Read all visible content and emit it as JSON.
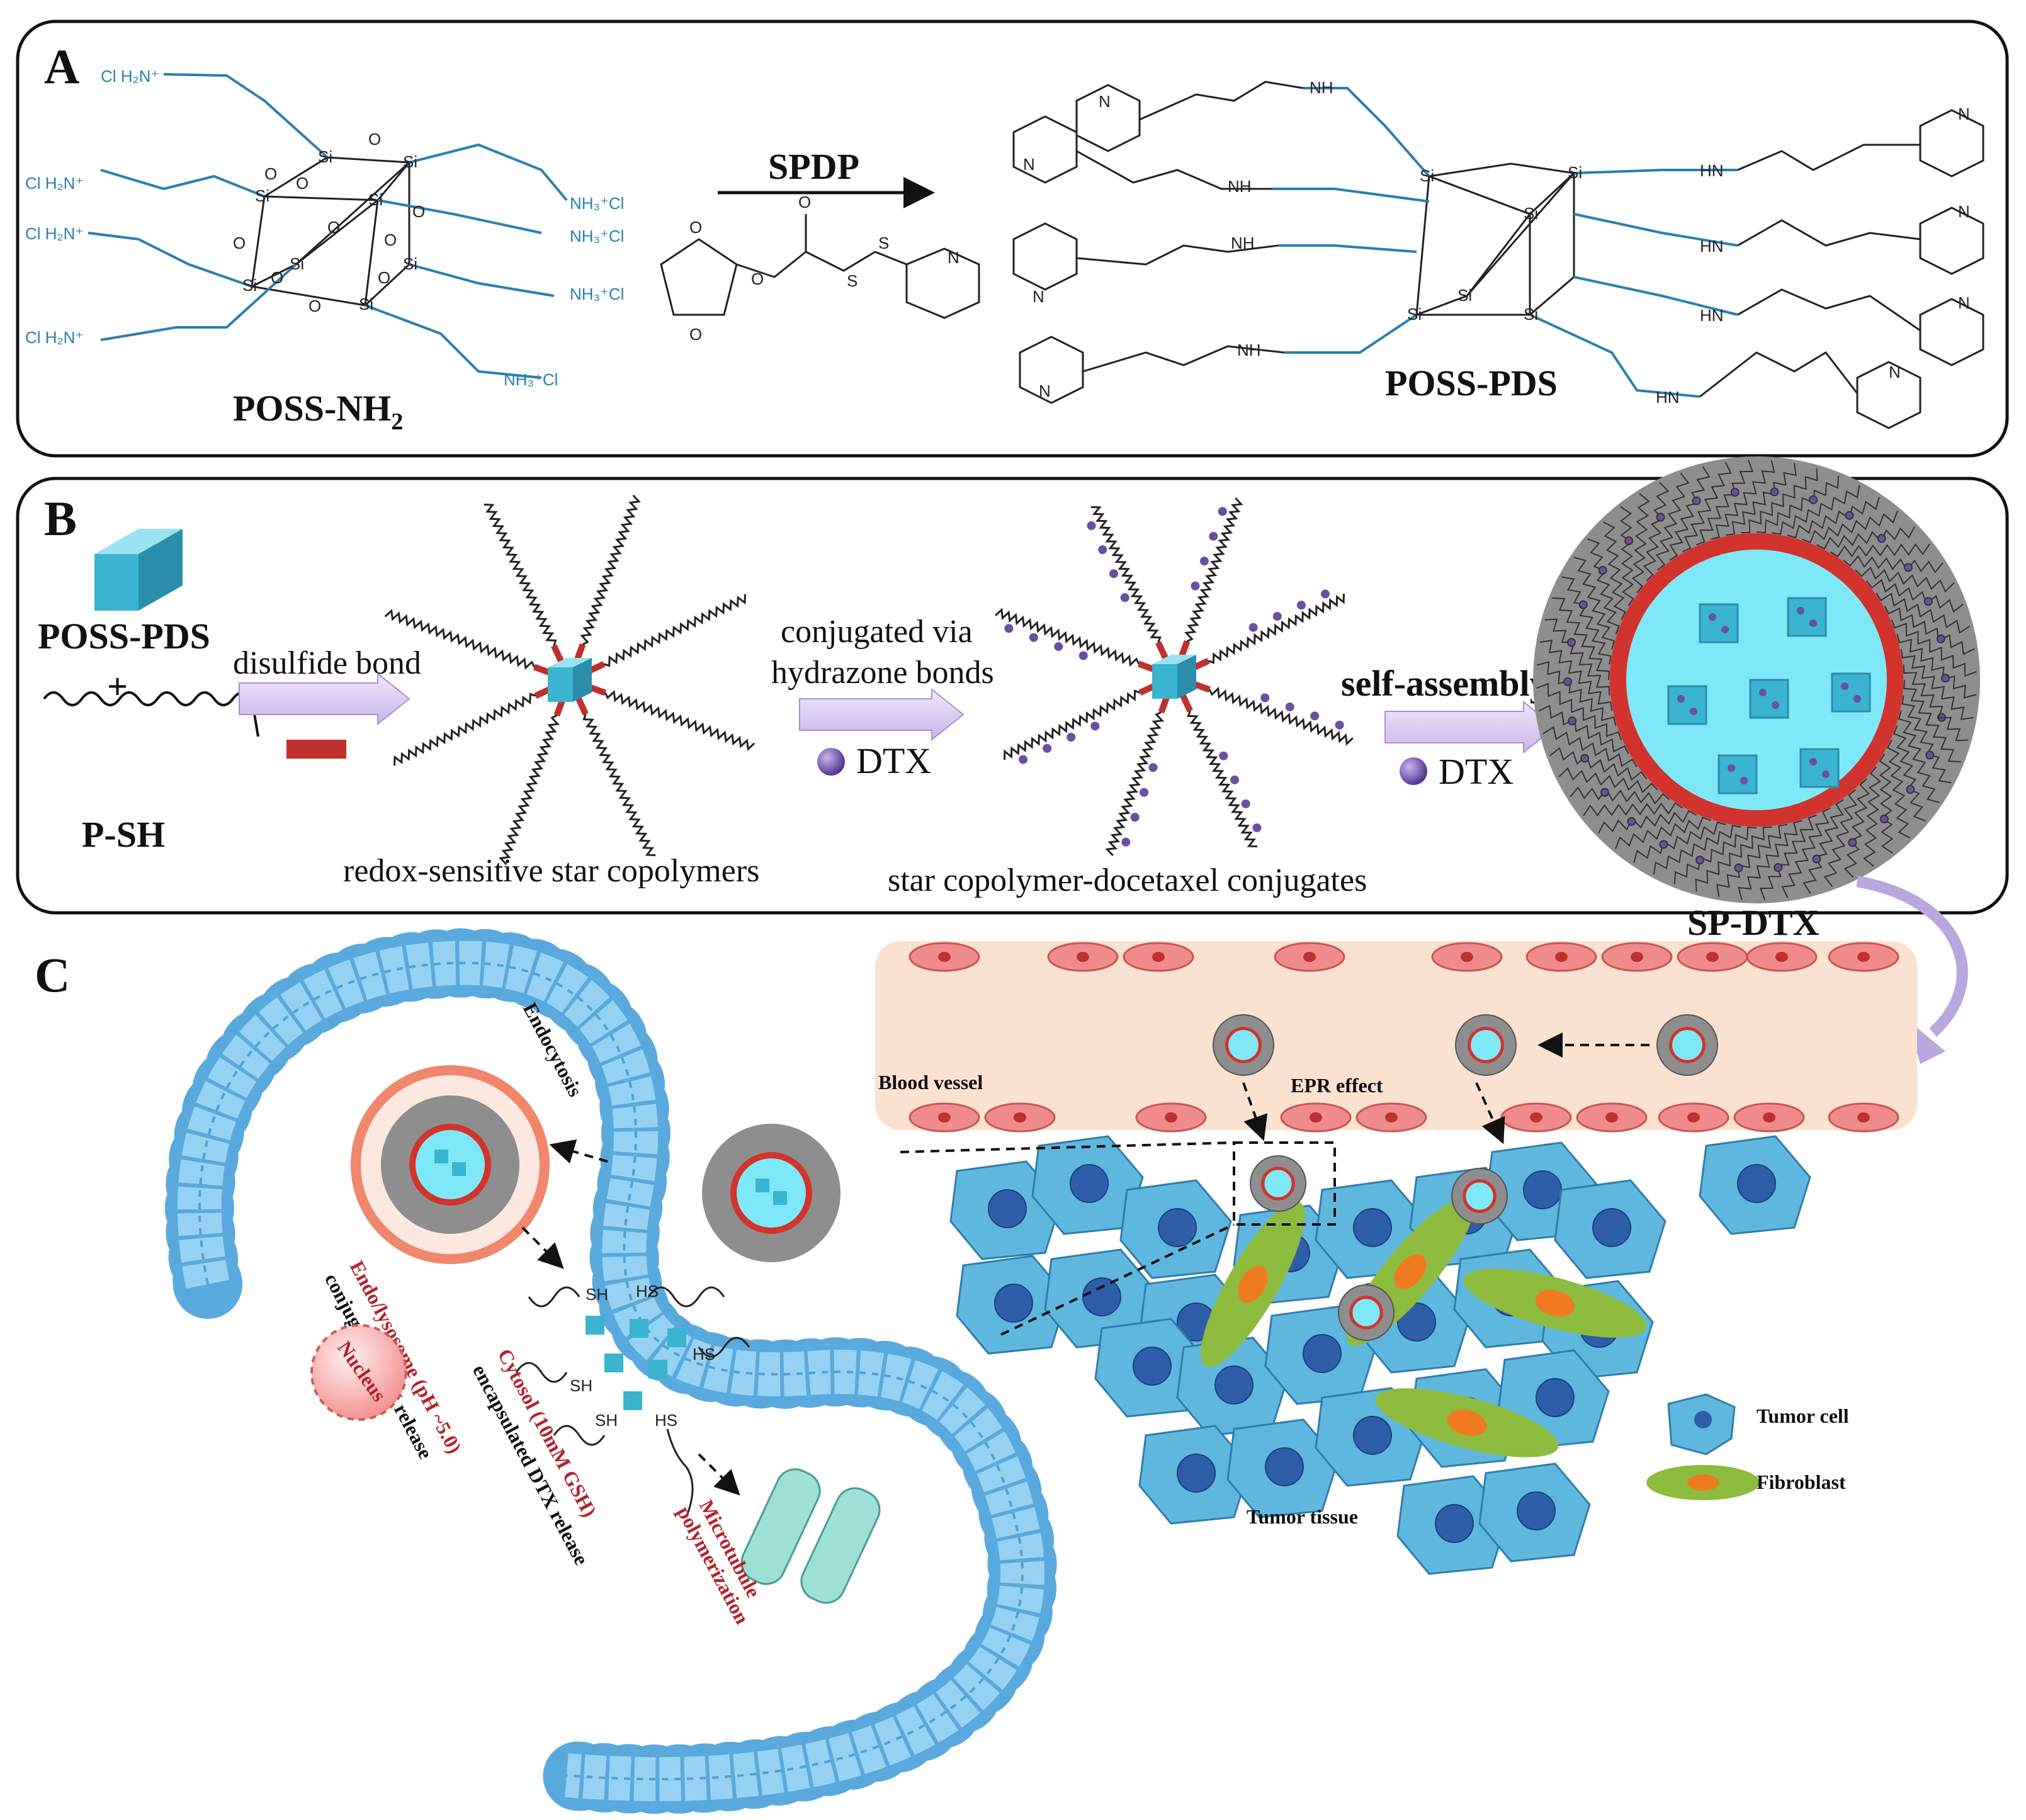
{
  "panels": {
    "a": {
      "letter": "A",
      "reactant": "POSS-NH",
      "reactant_sub": "2",
      "reagent": "SPDP",
      "product": "POSS-PDS"
    },
    "b": {
      "letter": "B",
      "start_cube": "POSS-PDS",
      "plus": "+",
      "thiol": "P-SH",
      "arrow1": "disulfide bond",
      "star_label": "redox-sensitive star copolymers",
      "arrow2_line1": "conjugated via",
      "arrow2_line2": "hydrazone bonds",
      "drug1": "DTX",
      "conjugate_label": "star copolymer-docetaxel conjugates",
      "arrow3": "self-assembly",
      "drug2": "DTX",
      "nanoparticle": "SP-DTX"
    },
    "c": {
      "letter": "C",
      "endocytosis": "Endocytosis",
      "endolysosome": "Endo/lysosome (pH ~5.0)",
      "conj_release": "conjugated DTX release",
      "nucleus": "Nucleus",
      "cytosol": "Cytosol (10mM GSH)",
      "encap_release": "encapsulated DTX release",
      "microtubule1": "Microtubule",
      "microtubule2": "polymerization",
      "blood_vessel": "Blood vessel",
      "epr": "EPR effect",
      "tumor_tissue": "Tumor tissue",
      "legend_tumor": "Tumor cell",
      "legend_fibro": "Fibroblast",
      "sh": "SH",
      "hs": "HS"
    }
  },
  "colors": {
    "cube": "#3bb4cf",
    "polymer": "#222222",
    "linker": "#c0302c",
    "drug": "#6a4fa3",
    "membrane": "#8fd0f0",
    "blood": "#f9e3d3",
    "rbc": "#ef8b8b",
    "tumor": "#5fb7de",
    "fibroblast": "#8dbb3d"
  }
}
